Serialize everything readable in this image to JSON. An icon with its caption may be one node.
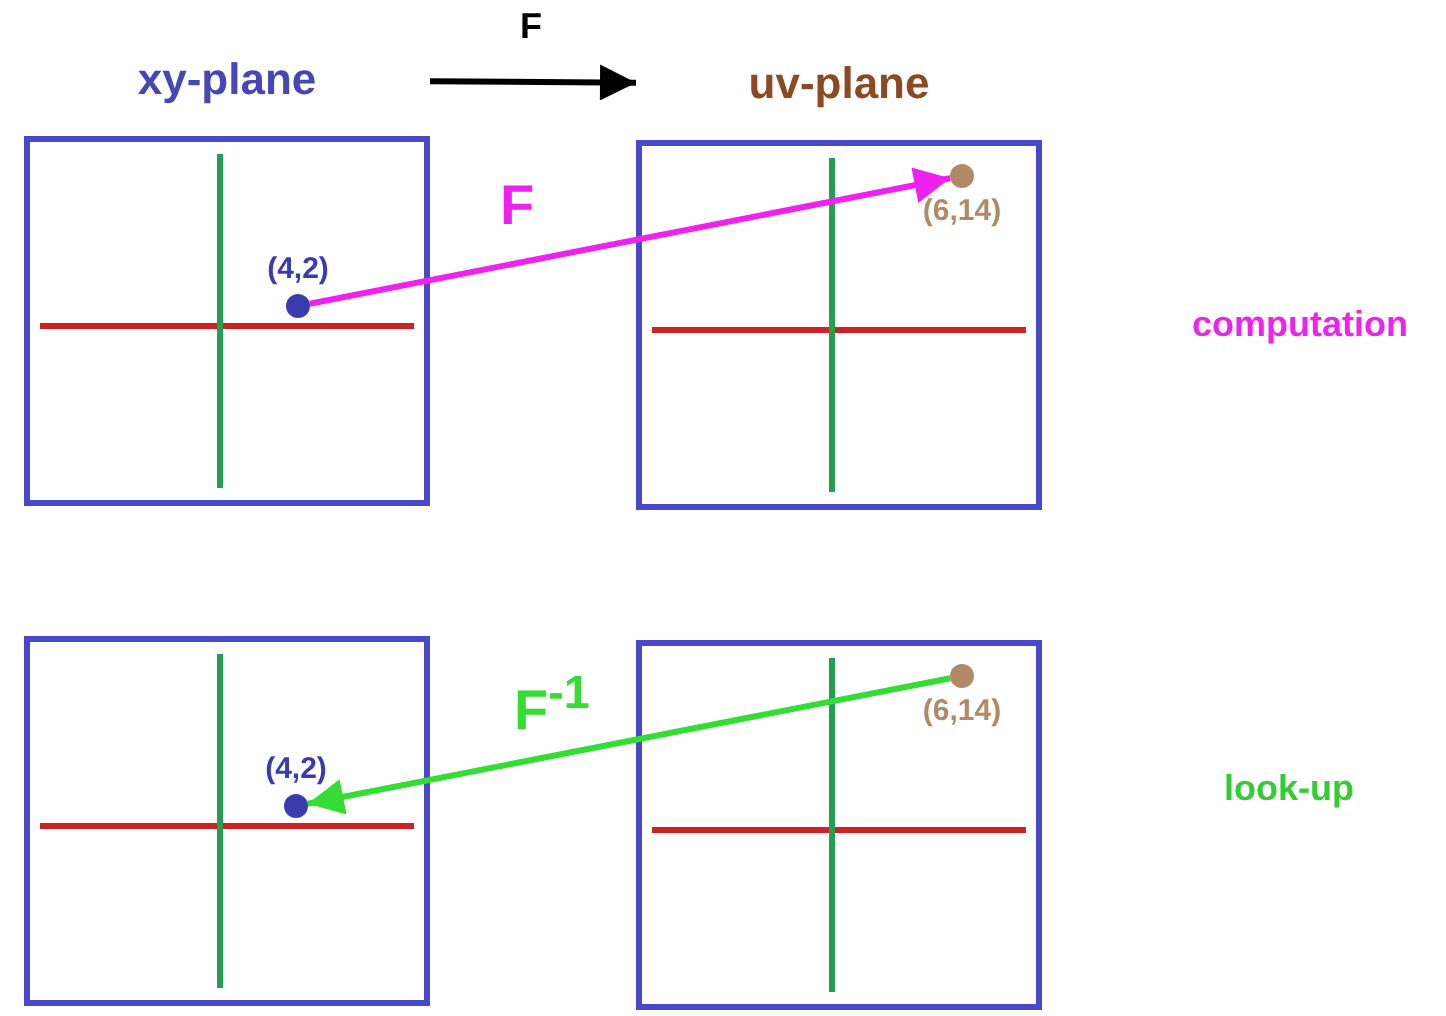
{
  "diagram": {
    "nodes": [
      {
        "text": [
          "xy-plane"
        ]
      },
      {
        "text": [
          "(4,2)"
        ],
        "in": 0
      },
      {
        "text": [
          "uv-plane"
        ]
      },
      {
        "text": [
          "(6,14)"
        ],
        "in": 2
      },
      {
        "text": [],
        "shape": "box"
      },
      {
        "text": [
          "(4,2)"
        ],
        "in": 4
      },
      {
        "text": [],
        "shape": "box"
      },
      {
        "text": [
          "(6,14)"
        ],
        "in": 6
      }
    ],
    "edges": [
      {
        "from": 0,
        "to": 2,
        "arrow": "to",
        "label": "F"
      },
      {
        "from": 1,
        "to": 3,
        "arrow": "to",
        "label": "F",
        "color": "#ee22ee"
      },
      {
        "from": 7,
        "to": 5,
        "arrow": "to",
        "label": "F$^{-1}$",
        "color": "#33dd33"
      }
    ],
    "labels": [
      "computation",
      "look-up"
    ]
  }
}
